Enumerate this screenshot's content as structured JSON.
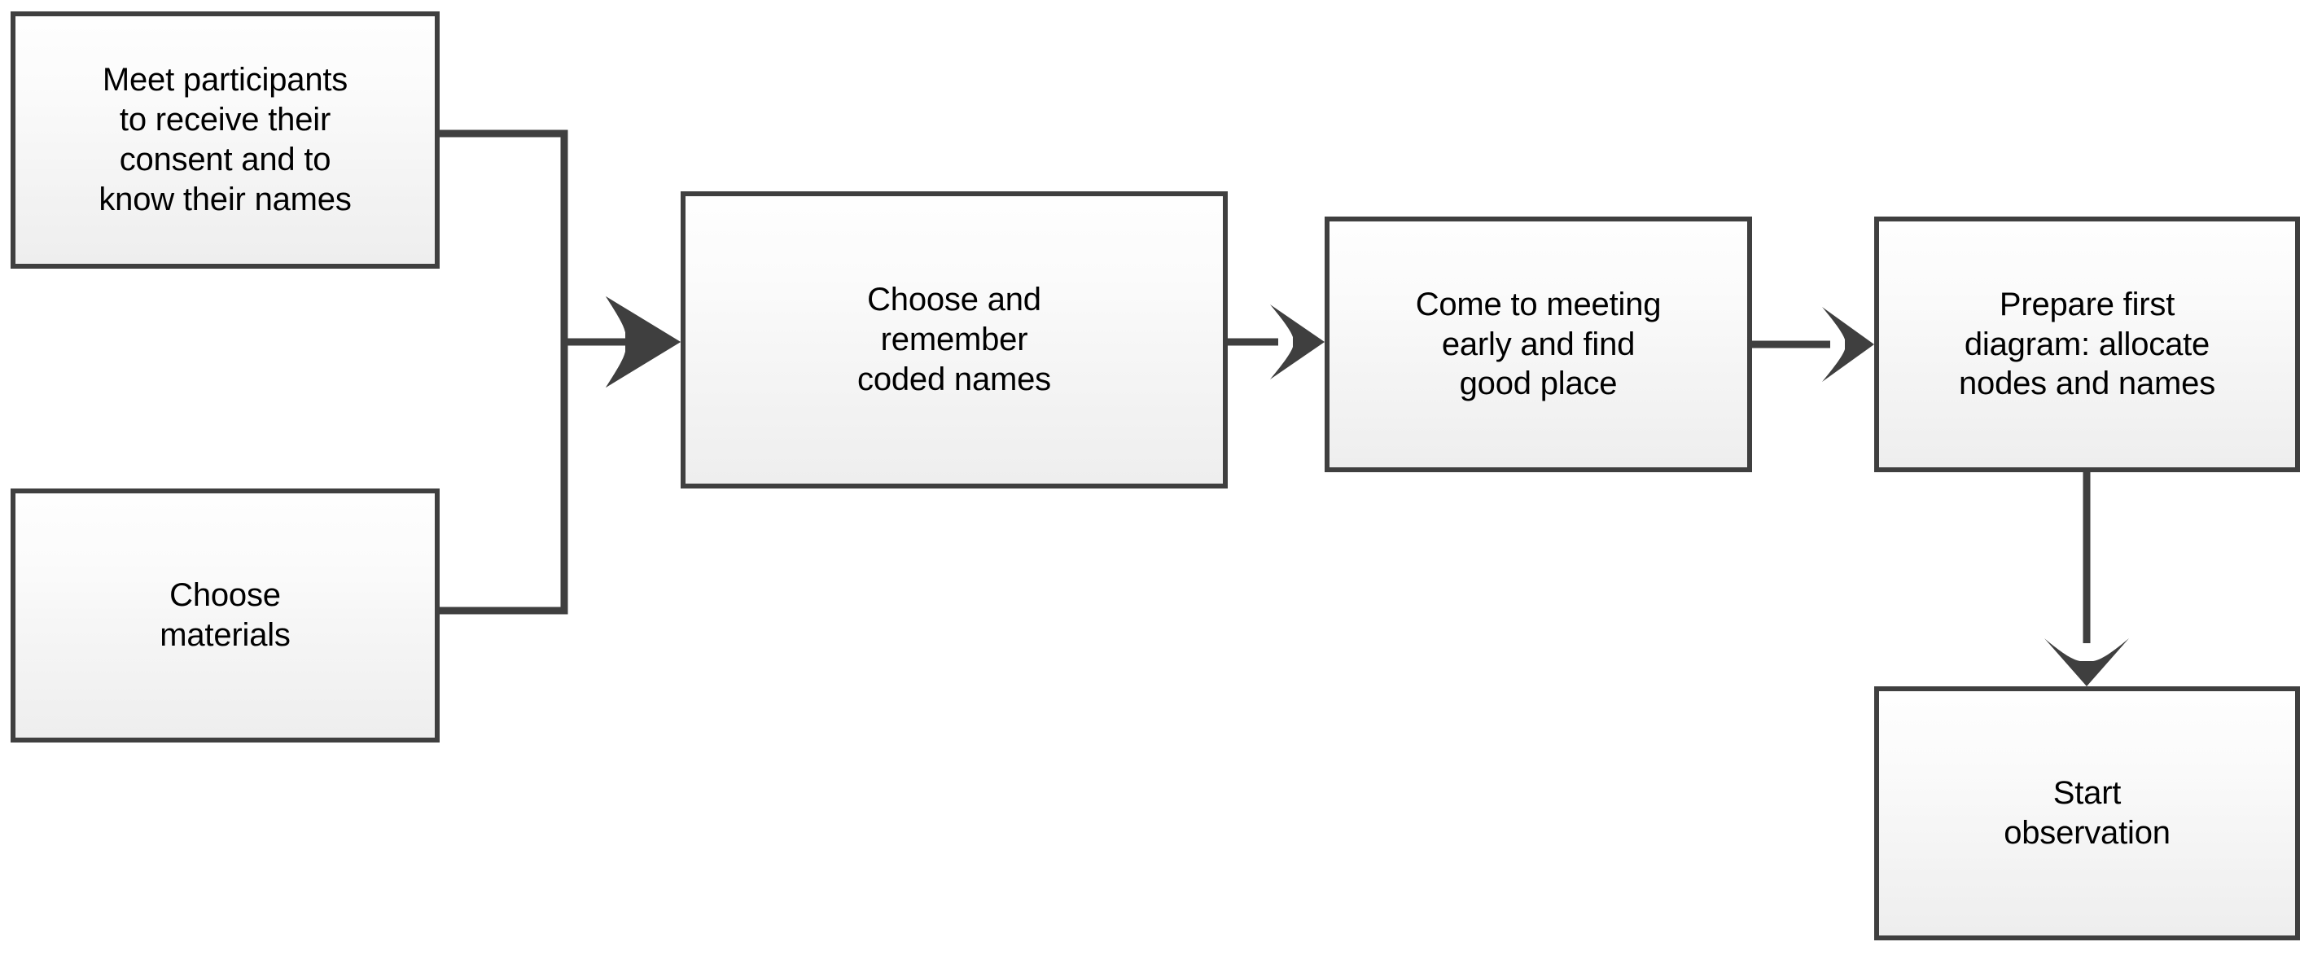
{
  "diagram": {
    "type": "flowchart",
    "title": "",
    "background_color": "#ffffff",
    "node_border_color": "#3f3f3f",
    "node_fill_top_color": "#fefefe",
    "node_fill_bottom_color": "#eeeeee",
    "text_color": "#000000",
    "connector_color": "#3f3f3f",
    "nodes": [
      {
        "id": "meet-participants",
        "label": "Meet participants\nto receive their\nconsent and to\nknow their names"
      },
      {
        "id": "choose-materials",
        "label": "Choose\nmaterials"
      },
      {
        "id": "coded-names",
        "label": "Choose and\nremember\ncoded names"
      },
      {
        "id": "come-early",
        "label": "Come to meeting\nearly and find\ngood place"
      },
      {
        "id": "prepare-diagram",
        "label": "Prepare first\ndiagram: allocate\nnodes and names"
      },
      {
        "id": "start-observation",
        "label": "Start\nobservation"
      }
    ],
    "edges": [
      {
        "id": "edge-meet-to-coded",
        "from": "meet-participants",
        "to": "coded-names",
        "arrowheads": 2,
        "style": "elbow"
      },
      {
        "id": "edge-materials-to-coded",
        "from": "choose-materials",
        "to": "coded-names",
        "arrowheads": 2,
        "style": "elbow"
      },
      {
        "id": "edge-coded-to-early",
        "from": "coded-names",
        "to": "come-early",
        "arrowheads": 1,
        "style": "straight"
      },
      {
        "id": "edge-early-to-prepare",
        "from": "come-early",
        "to": "prepare-diagram",
        "arrowheads": 1,
        "style": "straight"
      },
      {
        "id": "edge-prepare-to-start",
        "from": "prepare-diagram",
        "to": "start-observation",
        "arrowheads": 1,
        "style": "straight-down"
      }
    ]
  }
}
